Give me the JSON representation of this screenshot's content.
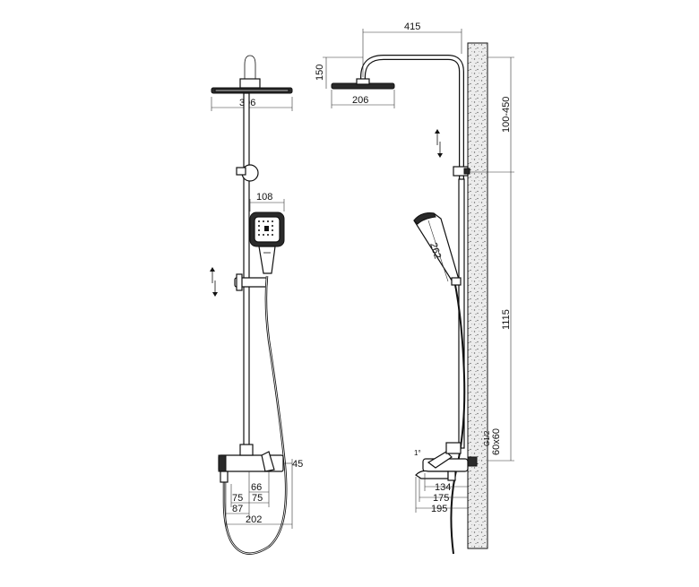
{
  "front_view": {
    "dims": {
      "head_width": "306",
      "hand_shower_width": "108",
      "outlet_offset": "45",
      "d66": "66",
      "d75a": "75",
      "d75b": "75",
      "d87": "87",
      "d202": "202"
    }
  },
  "side_view": {
    "dims": {
      "arm_length": "415",
      "head_drop": "150",
      "head_width": "206",
      "bracket_range": "100-450",
      "hand_shower_length": "262",
      "riser_height": "1115",
      "valve_box": "60x60",
      "thread": "G1/2",
      "d134": "134",
      "d175": "175",
      "d195": "195"
    }
  },
  "colors": {
    "line": "#111111",
    "wall": "#e8e8e8",
    "dark": "#2a2a2a"
  }
}
